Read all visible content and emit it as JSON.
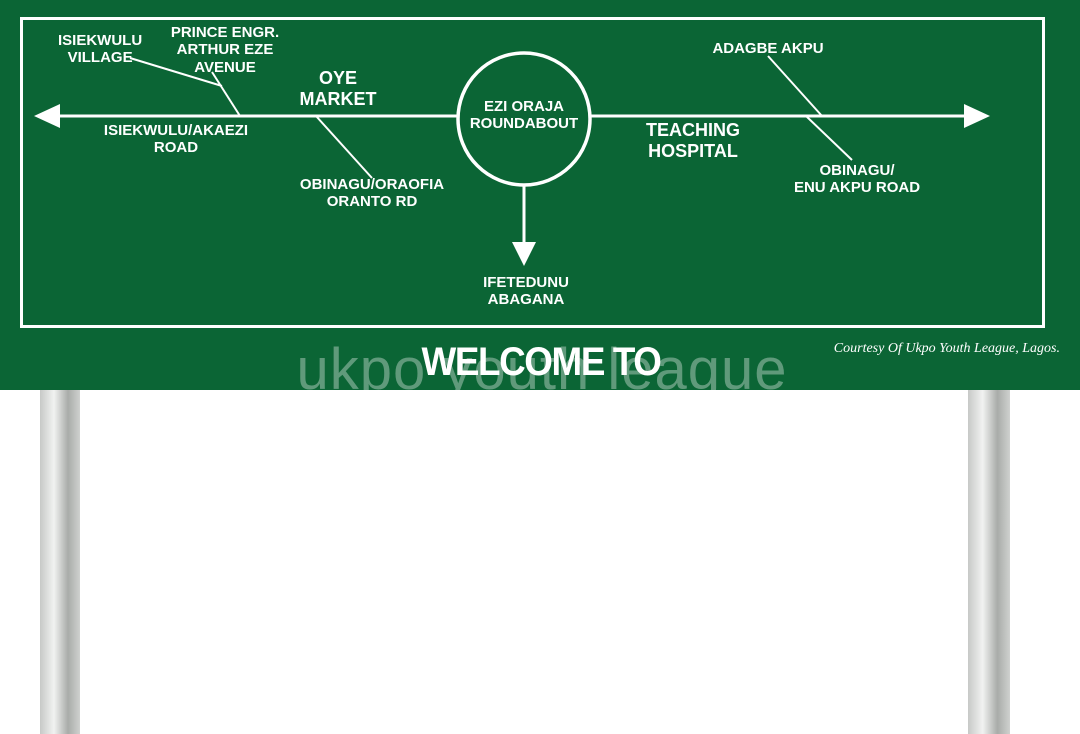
{
  "sign": {
    "labels": {
      "isiekwulu_village": [
        "ISIEKWULU",
        "VILLAGE"
      ],
      "prince_arthur_eze": [
        "PRINCE ENGR.",
        "ARTHUR EZE",
        "AVENUE"
      ],
      "oye_market": [
        "OYE",
        "MARKET"
      ],
      "isiekwulu_akaezi": [
        "ISIEKWULU/AKAEZI",
        "ROAD"
      ],
      "obinagu_oraofia": [
        "OBINAGU/ORAOFIA",
        "ORANTO RD"
      ],
      "roundabout": [
        "EZI ORAJA",
        "ROUNDABOUT"
      ],
      "ifetedunu": [
        "IFETEDUNU",
        "ABAGANA"
      ],
      "adagbe_akpu": [
        "ADAGBE AKPU"
      ],
      "teaching_hospital": [
        "TEACHING",
        "HOSPITAL"
      ],
      "obinagu_enu_akpu": [
        "OBINAGU/",
        "ENU AKPU ROAD"
      ]
    },
    "welcome": "WELCOME TO UKPO",
    "courtesy": "Courtesy Of Ukpo Youth League, Lagos.",
    "watermark": "ukpo youth league"
  },
  "colors": {
    "sign_green": "#0b6535",
    "text": "#ffffff",
    "pole": "#c7c9c7"
  }
}
